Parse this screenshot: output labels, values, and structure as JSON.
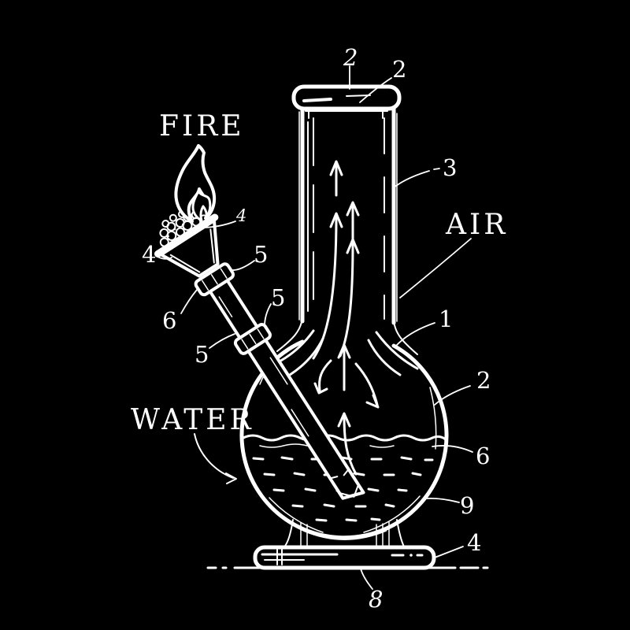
{
  "colors": {
    "background": "#000000",
    "ink": "#ffffff"
  },
  "labels": {
    "fire": "FIRE",
    "air": "AIR",
    "water": "WATER"
  },
  "callouts": {
    "mouthpiece_rim": "2",
    "mouthpiece_lip": "2",
    "tube": "3",
    "neck": "1",
    "chamber_wall_upper": "2",
    "bowl_side": "4",
    "bowl_contents": "4",
    "joint_upper": "5",
    "joint_lower": "5",
    "downstem": "5",
    "collar": "6",
    "water_line": "6",
    "chamber_wall_lower": "9",
    "base_edge": "4",
    "base_center": "8"
  }
}
